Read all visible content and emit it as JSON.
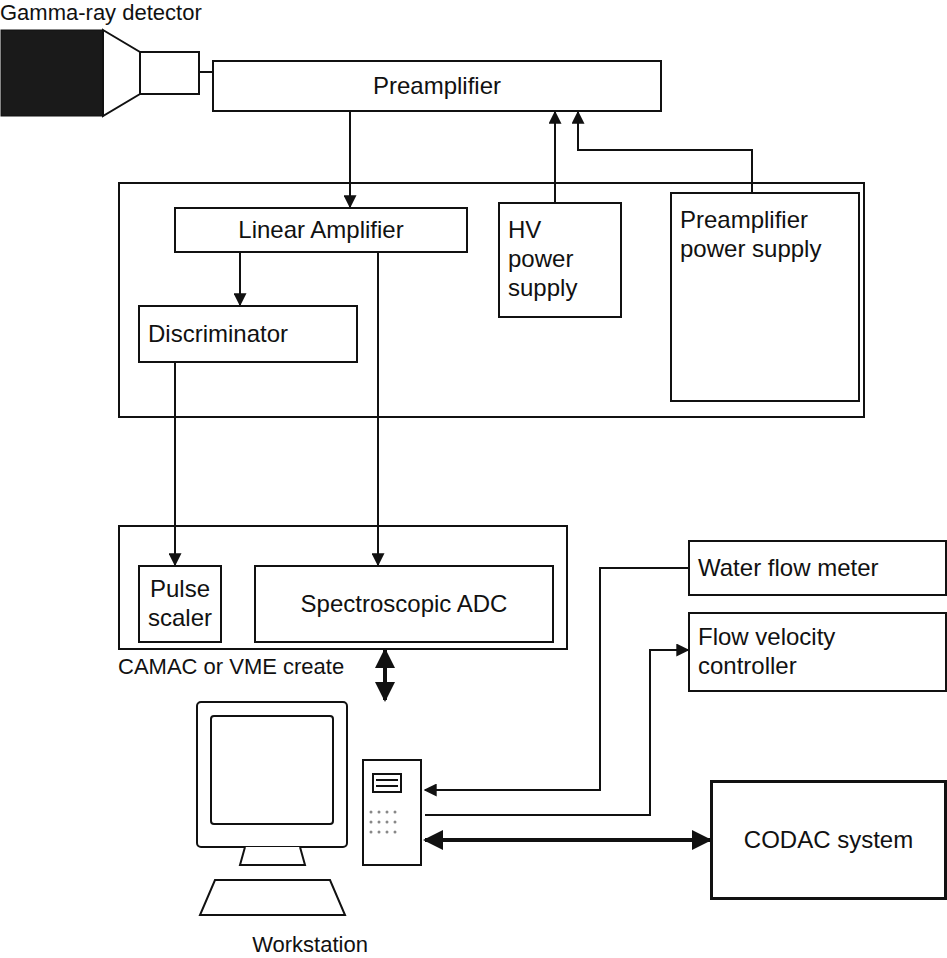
{
  "diagram": {
    "nodes": [
      {
        "text": [
          "Gamma-ray detector"
        ]
      },
      {
        "text": [
          "Preamplifier"
        ]
      },
      {
        "text": []
      },
      {
        "text": [
          "Linear Amplifier"
        ],
        "in": 2
      },
      {
        "text": [
          "HV power supply"
        ],
        "in": 2
      },
      {
        "text": [
          "Preamplifier power supply"
        ],
        "in": 2
      },
      {
        "text": [
          "Discriminator"
        ],
        "in": 2
      },
      {
        "text": [
          "Water flow meter"
        ]
      },
      {
        "text": [
          "CAMAC or VME create"
        ]
      },
      {
        "text": [
          "Pulse scaler"
        ],
        "in": 8
      },
      {
        "text": [
          "Spectroscopic ADC"
        ],
        "in": 8
      },
      {
        "text": [
          "Flow velocity controller"
        ]
      },
      {
        "text": [
          "Workstation"
        ]
      },
      {
        "text": [
          "CODAC system"
        ]
      }
    ],
    "edges": [
      {
        "from": 0,
        "to": 1,
        "arrow": "none"
      },
      {
        "from": 1,
        "to": 3,
        "arrow": "to"
      },
      {
        "from": 4,
        "to": 1,
        "arrow": "to"
      },
      {
        "from": 5,
        "to": 1,
        "arrow": "to"
      },
      {
        "from": 3,
        "to": 6,
        "arrow": "to"
      },
      {
        "from": 6,
        "to": 9,
        "arrow": "to"
      },
      {
        "from": 3,
        "to": 10,
        "arrow": "to"
      },
      {
        "from": 8,
        "to": 12,
        "arrow": "both"
      },
      {
        "from": 7,
        "to": 12,
        "arrow": "to"
      },
      {
        "from": 12,
        "to": 11,
        "arrow": "to"
      },
      {
        "from": 12,
        "to": 13,
        "arrow": "both"
      }
    ]
  }
}
